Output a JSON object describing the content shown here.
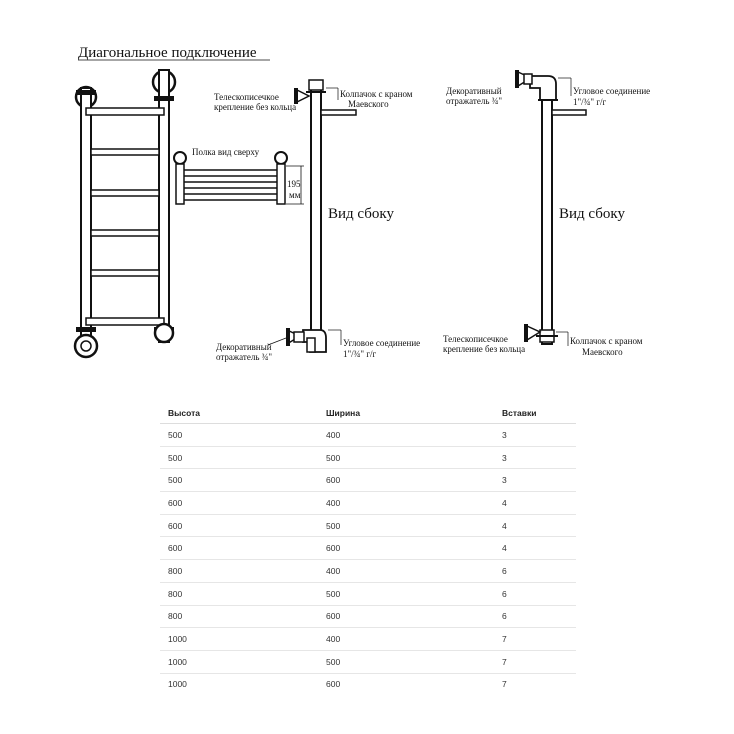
{
  "title": "Диагональное подключение",
  "labels": {
    "shelf_top_view": "Полка вид сверху",
    "shelf_height_value": "195",
    "shelf_height_unit": "мм",
    "side_view_1": "Вид сбоку",
    "side_view_2": "Вид сбоку",
    "telescopic_1_line1": "Телескописечкое",
    "telescopic_1_line2": "крепление без кольца",
    "cap_1_line1": "Колпачок с краном",
    "cap_1_line2": "Маевского",
    "decor_1_line1": "Декоративный",
    "decor_1_line2": "отражатель ¾\"",
    "corner_1_line1": "Угловое соединение",
    "corner_1_line2": "1\"/¾\" г/г",
    "decor_2_line1": "Декоративный",
    "decor_2_line2": "отражатель ¾\"",
    "corner_2_line1": "Угловое соединение",
    "corner_2_line2": "1\"/¾\" г/г",
    "telescopic_2_line1": "Телескописечкое",
    "telescopic_2_line2": "крепление без кольца",
    "cap_2_line1": "Колпачок с краном",
    "cap_2_line2": "Маевского"
  },
  "table": {
    "headers": [
      "Высота",
      "Ширина",
      "Вставки"
    ],
    "rows": [
      [
        "500",
        "400",
        "3"
      ],
      [
        "500",
        "500",
        "3"
      ],
      [
        "500",
        "600",
        "3"
      ],
      [
        "600",
        "400",
        "4"
      ],
      [
        "600",
        "500",
        "4"
      ],
      [
        "600",
        "600",
        "4"
      ],
      [
        "800",
        "400",
        "6"
      ],
      [
        "800",
        "500",
        "6"
      ],
      [
        "800",
        "600",
        "6"
      ],
      [
        "1000",
        "400",
        "7"
      ],
      [
        "1000",
        "500",
        "7"
      ],
      [
        "1000",
        "600",
        "7"
      ]
    ]
  }
}
